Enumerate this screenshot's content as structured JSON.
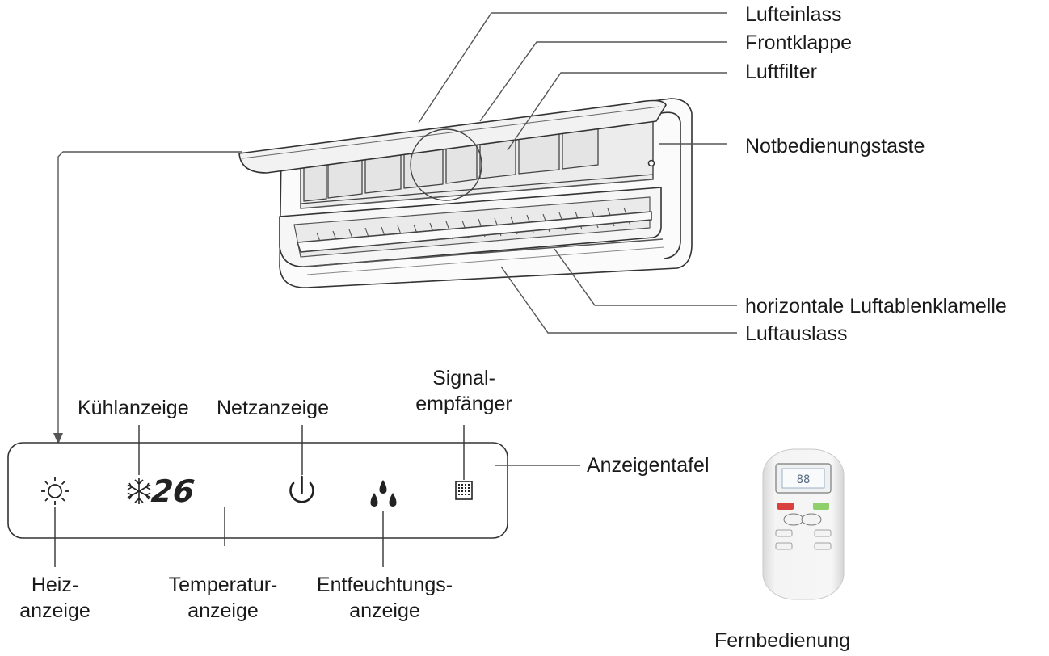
{
  "unit_callouts": {
    "air_inlet": "Lufteinlass",
    "front_panel": "Frontklappe",
    "air_filter": "Luftfilter",
    "emergency_button": "Notbedienungstaste",
    "horizontal_louver": "horizontale Luftablenklamelle",
    "air_outlet": "Luftauslass"
  },
  "display_panel": {
    "label": "Anzeigentafel",
    "temperature_value": "26",
    "indicators": {
      "cooling": "Kühlanzeige",
      "power": "Netzanzeige",
      "signal_line1": "Signal-",
      "signal_line2": "empfänger",
      "heating_line1": "Heiz-",
      "heating_line2": "anzeige",
      "temperature_line1": "Temperatur-",
      "temperature_line2": "anzeige",
      "dehumidify_line1": "Entfeuchtungs-",
      "dehumidify_line2": "anzeige"
    },
    "icons": [
      "sun-icon",
      "snowflake-icon",
      "power-icon",
      "water-drops-icon",
      "receiver-icon"
    ]
  },
  "remote": {
    "label": "Fernbedienung"
  }
}
